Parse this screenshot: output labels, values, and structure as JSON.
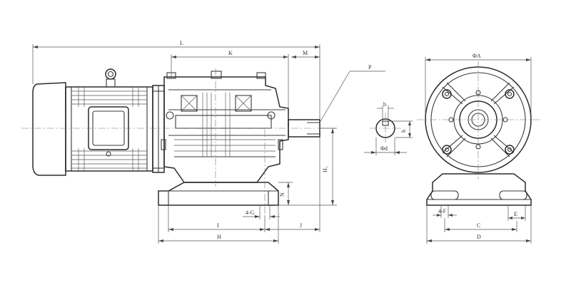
{
  "labels": {
    "L": "L",
    "K": "K",
    "M": "M",
    "P": "P",
    "b": "b",
    "h": "h",
    "d": "Φd",
    "A": "ΦA",
    "H1": "H₁",
    "N": "N",
    "G": "4-G",
    "F": "4-F",
    "I": "I",
    "J": "J",
    "H": "H",
    "C": "C",
    "D": "D",
    "E": "E"
  }
}
